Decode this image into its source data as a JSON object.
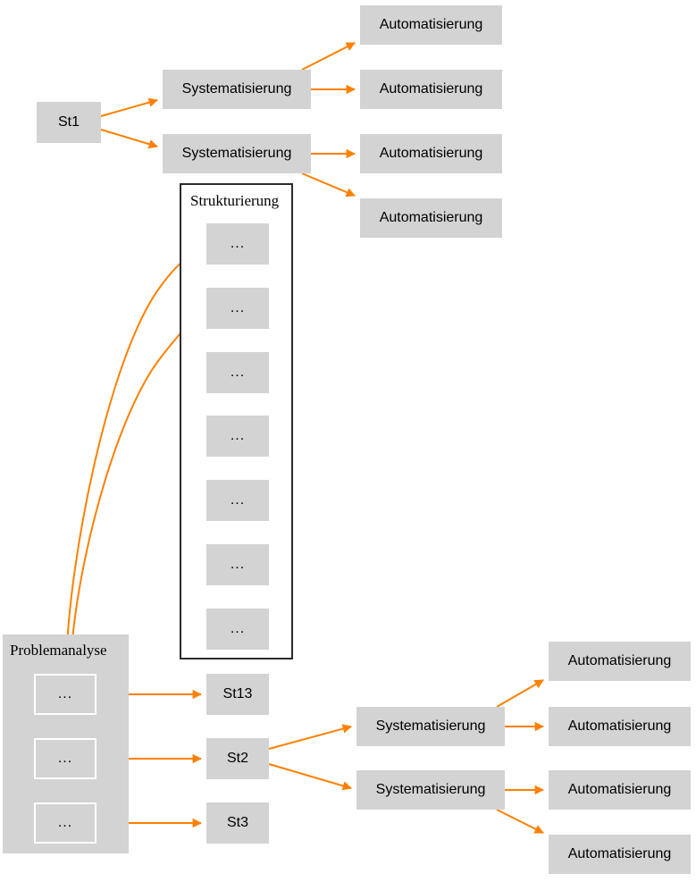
{
  "diagram": {
    "title": "Problemanalyse-Strukturierung-Systematisierung-Automatisierung Flow",
    "edge_color": "#FF8000",
    "node_fill": "#D3D3D3",
    "node_text_color": "#000000",
    "cluster_border_color": "#2B2B2B",
    "background": "#FFFFFF"
  },
  "clusters": [
    {
      "id": "strukturierung",
      "label": "Strukturierung",
      "style": "outlined"
    },
    {
      "id": "problemanalyse",
      "label": "Problemanalyse",
      "style": "filled"
    }
  ],
  "nodes": {
    "st1": {
      "label": "St1"
    },
    "sys_top_1": {
      "label": "Systematisierung"
    },
    "sys_top_2": {
      "label": "Systematisierung"
    },
    "auto_top_1": {
      "label": "Automatisierung"
    },
    "auto_top_2": {
      "label": "Automatisierung"
    },
    "auto_top_3": {
      "label": "Automatisierung"
    },
    "auto_top_4": {
      "label": "Automatisierung"
    },
    "struk_1": {
      "label": "..."
    },
    "struk_2": {
      "label": "..."
    },
    "struk_3": {
      "label": "..."
    },
    "struk_4": {
      "label": "..."
    },
    "struk_5": {
      "label": "..."
    },
    "struk_6": {
      "label": "..."
    },
    "struk_7": {
      "label": "..."
    },
    "prob_1": {
      "label": "..."
    },
    "prob_2": {
      "label": "..."
    },
    "prob_3": {
      "label": "..."
    },
    "st13": {
      "label": "St13"
    },
    "st2": {
      "label": "St2"
    },
    "st3": {
      "label": "St3"
    },
    "sys_bot_1": {
      "label": "Systematisierung"
    },
    "sys_bot_2": {
      "label": "Systematisierung"
    },
    "auto_bot_1": {
      "label": "Automatisierung"
    },
    "auto_bot_2": {
      "label": "Automatisierung"
    },
    "auto_bot_3": {
      "label": "Automatisierung"
    },
    "auto_bot_4": {
      "label": "Automatisierung"
    }
  },
  "edges": [
    {
      "from": "st1",
      "to": "sys_top_1"
    },
    {
      "from": "st1",
      "to": "sys_top_2"
    },
    {
      "from": "sys_top_1",
      "to": "auto_top_1"
    },
    {
      "from": "sys_top_1",
      "to": "auto_top_2"
    },
    {
      "from": "sys_top_2",
      "to": "auto_top_3"
    },
    {
      "from": "sys_top_2",
      "to": "auto_top_4"
    },
    {
      "from": "prob_1",
      "to": "struk_1"
    },
    {
      "from": "prob_1",
      "to": "struk_2"
    },
    {
      "from": "prob_1",
      "to": "st13"
    },
    {
      "from": "prob_2",
      "to": "st2"
    },
    {
      "from": "prob_3",
      "to": "st3"
    },
    {
      "from": "st2",
      "to": "sys_bot_1"
    },
    {
      "from": "st2",
      "to": "sys_bot_2"
    },
    {
      "from": "sys_bot_1",
      "to": "auto_bot_1"
    },
    {
      "from": "sys_bot_1",
      "to": "auto_bot_2"
    },
    {
      "from": "sys_bot_2",
      "to": "auto_bot_3"
    },
    {
      "from": "sys_bot_2",
      "to": "auto_bot_4"
    }
  ]
}
